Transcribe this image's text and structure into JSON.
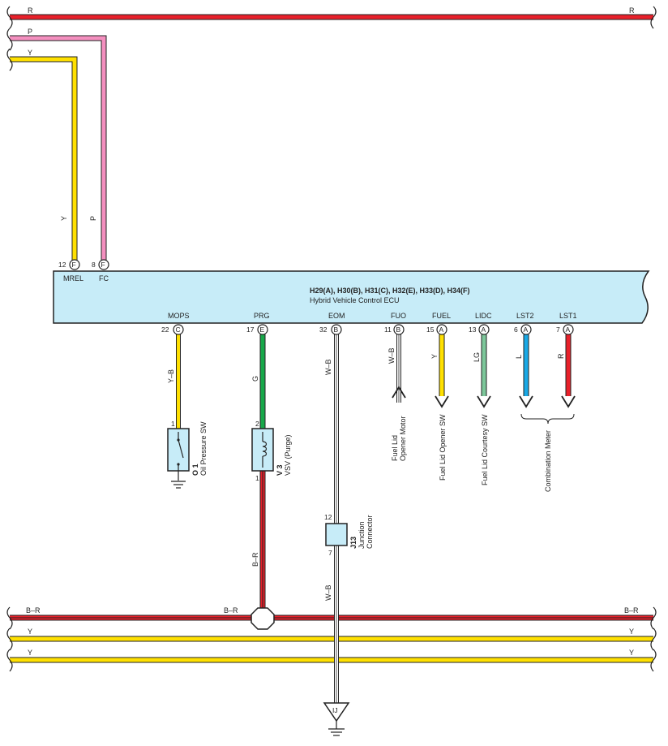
{
  "ecu": {
    "title": "H29(A), H30(B), H31(C), H32(E), H33(D), H34(F)",
    "subtitle": "Hybrid Vehicle Control ECU",
    "body_color": "#c7ecf8"
  },
  "colors": {
    "R": "#e8202a",
    "P": "#f48fbf",
    "Y": "#ffe000",
    "G": "#18a84a",
    "L": "#19a9e6",
    "LG": "#7cc79a",
    "B_R_stripe": "#e8202a",
    "W": "#ffffff",
    "outline": "#222222",
    "component_fill": "#c7ecf8"
  },
  "top_wires": [
    {
      "code": "R",
      "code_right": "R",
      "color": "R"
    },
    {
      "code": "P",
      "color": "P"
    },
    {
      "code": "Y",
      "color": "Y"
    }
  ],
  "top_pins": [
    {
      "pin": "12",
      "conn": "F",
      "name": "MREL",
      "wire": "Y"
    },
    {
      "pin": "8",
      "conn": "F",
      "name": "FC",
      "wire": "P"
    }
  ],
  "bottom_pins": [
    {
      "pin": "22",
      "conn": "C",
      "name": "MOPS",
      "wire": "Y–B"
    },
    {
      "pin": "17",
      "conn": "E",
      "name": "PRG",
      "wire": "G"
    },
    {
      "pin": "32",
      "conn": "B",
      "name": "EOM",
      "wire": "W–B"
    },
    {
      "pin": "11",
      "conn": "B",
      "name": "FUO",
      "wire": "W–B"
    },
    {
      "pin": "15",
      "conn": "A",
      "name": "FUEL",
      "wire": "Y"
    },
    {
      "pin": "13",
      "conn": "A",
      "name": "LIDC",
      "wire": "LG"
    },
    {
      "pin": "6",
      "conn": "A",
      "name": "LST2",
      "wire": "L"
    },
    {
      "pin": "7",
      "conn": "A",
      "name": "LST1",
      "wire": "R"
    }
  ],
  "components": {
    "o1": {
      "code": "O 1",
      "name": "Oil Pressure SW",
      "pin_top": "1"
    },
    "v3": {
      "code": "V 3",
      "name": "VSV (Purge)",
      "pin_top": "2",
      "pin_bottom": "1",
      "lower_wire": "B–R"
    },
    "j13": {
      "code": "J13",
      "name1": "Junction",
      "name2": "Connector",
      "pin_top": "12",
      "pin_bottom": "7",
      "lower_wire": "W–B"
    },
    "fuel_lid_motor": {
      "line1": "Fuel Lid",
      "line2": "Opener Motor"
    },
    "fuel_lid_opener_sw": {
      "name": "Fuel Lid Opener SW"
    },
    "fuel_lid_courtesy_sw": {
      "name": "Fuel Lid Courtesy SW"
    },
    "combination_meter": {
      "name": "Combination Meter"
    },
    "ground_ij": {
      "code": "IJ"
    }
  },
  "bottom_buses": [
    {
      "code": "B–R",
      "code_mid": "B–R",
      "code_right": "B–R"
    },
    {
      "code": "Y",
      "code_right": "Y"
    },
    {
      "code": "Y",
      "code_right": "Y"
    }
  ]
}
